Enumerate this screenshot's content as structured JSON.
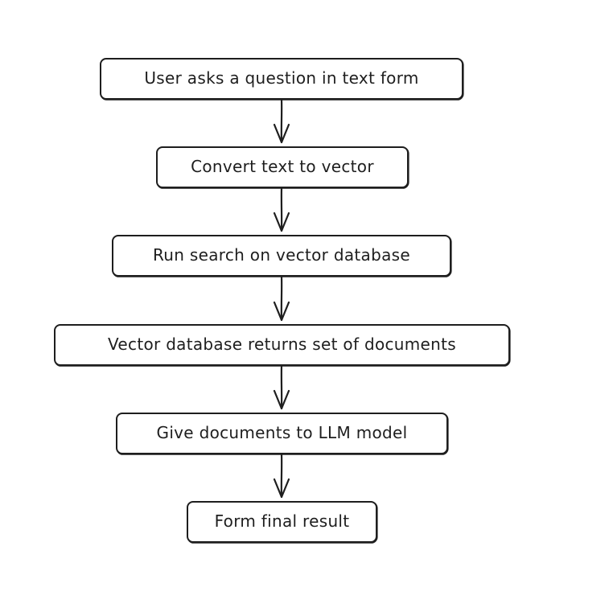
{
  "diagram": {
    "type": "flowchart",
    "direction": "top-to-bottom",
    "stroke_color": "#1e1e1e",
    "background_color": "#ffffff",
    "steps": [
      {
        "label": "User asks a question in text form"
      },
      {
        "label": "Convert text to vector"
      },
      {
        "label": "Run search on vector database"
      },
      {
        "label": "Vector database returns set of documents"
      },
      {
        "label": "Give documents to LLM model"
      },
      {
        "label": "Form final result"
      }
    ],
    "connections": [
      {
        "from": 0,
        "to": 1
      },
      {
        "from": 1,
        "to": 2
      },
      {
        "from": 2,
        "to": 3
      },
      {
        "from": 3,
        "to": 4
      },
      {
        "from": 4,
        "to": 5
      }
    ]
  }
}
